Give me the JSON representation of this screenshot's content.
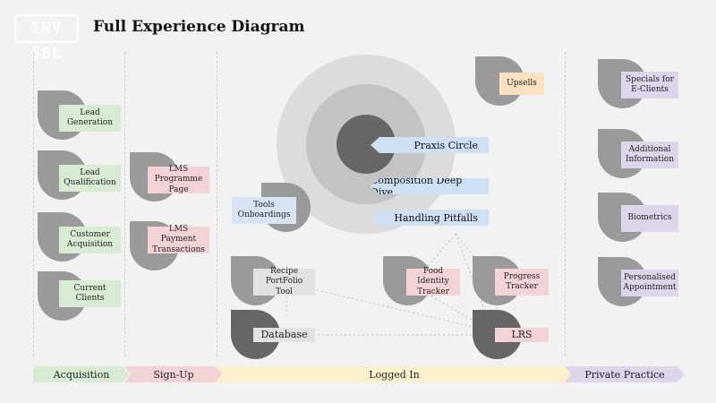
{
  "logo": "1NV 58L",
  "title": "Full Experience Diagram",
  "concentric": {
    "tags": [
      "Praxis Circle",
      "Composition Deep Dive",
      "Handling Pitfalls"
    ]
  },
  "nodes": {
    "lead_generation": "Lead\nGeneration",
    "lead_qualification": "Lead\nQualification",
    "customer_acquisition": "Customer\nAcquisition",
    "current_clients": "Current\nClients",
    "lms_programme": "LMS\nProgramme\nPage",
    "lms_payment": "LMS\nPayment\nTransactions",
    "tools_onboardings": "Tools\nOnboardings",
    "recipe_portfolio": "Recipe\nPortFolio\nTool",
    "database": "Database",
    "upsells": "Upsells",
    "food_identity": "Food\nIdentity\nTracker",
    "progress_tracker": "Progress\nTracker",
    "lrs": "LRS",
    "specials": "Specials for\nE-Clients",
    "additional_info": "Additional\nInformation",
    "biometrics": "Biometrics",
    "personalised": "Personalised\nAppointment"
  },
  "phases": [
    "Acquisition",
    "Sign-Up",
    "Logged In",
    "Private Practice"
  ],
  "colors": {
    "acquisition": "#d8ebd3",
    "signup": "#f4d3d6",
    "logged_in": "#fbf0cc",
    "private": "#ddd6ea",
    "node_dark": "#9a9a9a",
    "node_darker": "#666666"
  }
}
